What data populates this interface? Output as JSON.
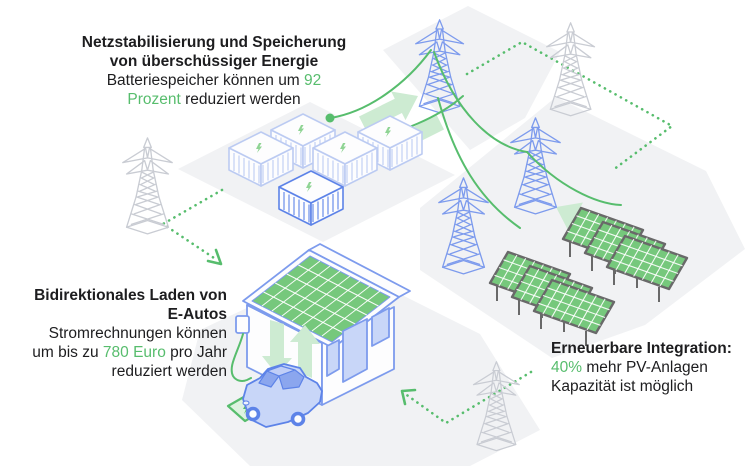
{
  "annotations": {
    "storage": {
      "title_line1": "Netzstabilisierung und Speicherung",
      "title_line2": "von überschüssiger Energie",
      "line1_pre": "Batteriespeicher können um ",
      "line1_highlight": "92",
      "line2_highlight": "Prozent",
      "line2_post": " reduziert werden"
    },
    "bidirectional": {
      "title_line1": "Bidirektionales Laden von",
      "title_line2": "E-Autos",
      "line1": "Stromrechnungen können",
      "line2_pre": "um bis zu ",
      "line2_highlight": "780 Euro",
      "line2_post": " pro Jahr",
      "line3": "reduziert werden"
    },
    "renewable": {
      "title": "Erneuerbare Integration:",
      "line1_highlight": "40%",
      "line1_post": " mehr PV-Anlagen",
      "line2": "Kapazität ist möglich"
    }
  },
  "colors": {
    "accent_green": "#57bd6d",
    "pale_green_arrow": "#cdebd2",
    "panel_green": "#76c87c",
    "bolt_green": "#8fd494",
    "blue": "#7d9bed",
    "blue_strong": "#5d83e8",
    "blue_light": "#bccbf2",
    "window_blue": "#c8d6f8",
    "gray_structure": "#c9ccd3",
    "panel_frame": "#696969",
    "tile_gray": "#f1f2f4",
    "text": "#1d1d1f"
  }
}
